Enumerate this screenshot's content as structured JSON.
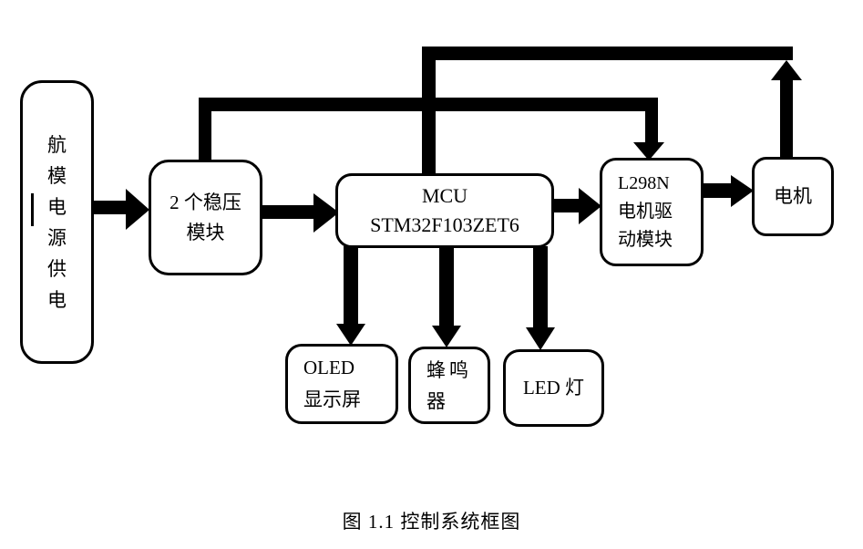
{
  "caption": "图 1.1 控制系统框图",
  "nodes": {
    "power": {
      "chars": [
        "航",
        "模",
        "电",
        "源",
        "供",
        "电"
      ]
    },
    "regulator": {
      "lines": [
        "2 个稳压",
        "模块"
      ]
    },
    "mcu": {
      "lines": [
        "MCU",
        "STM32F103ZET6"
      ]
    },
    "driver": {
      "lines": [
        "L298N",
        "电机驱",
        "动模块"
      ]
    },
    "motor": {
      "label": "电机"
    },
    "oled": {
      "lines": [
        "OLED",
        "显示屏"
      ]
    },
    "buzzer": {
      "lines": [
        "蜂鸣",
        "器"
      ]
    },
    "led": {
      "label": "LED 灯"
    }
  },
  "colors": {
    "ink": "#000000",
    "background": "#ffffff"
  }
}
